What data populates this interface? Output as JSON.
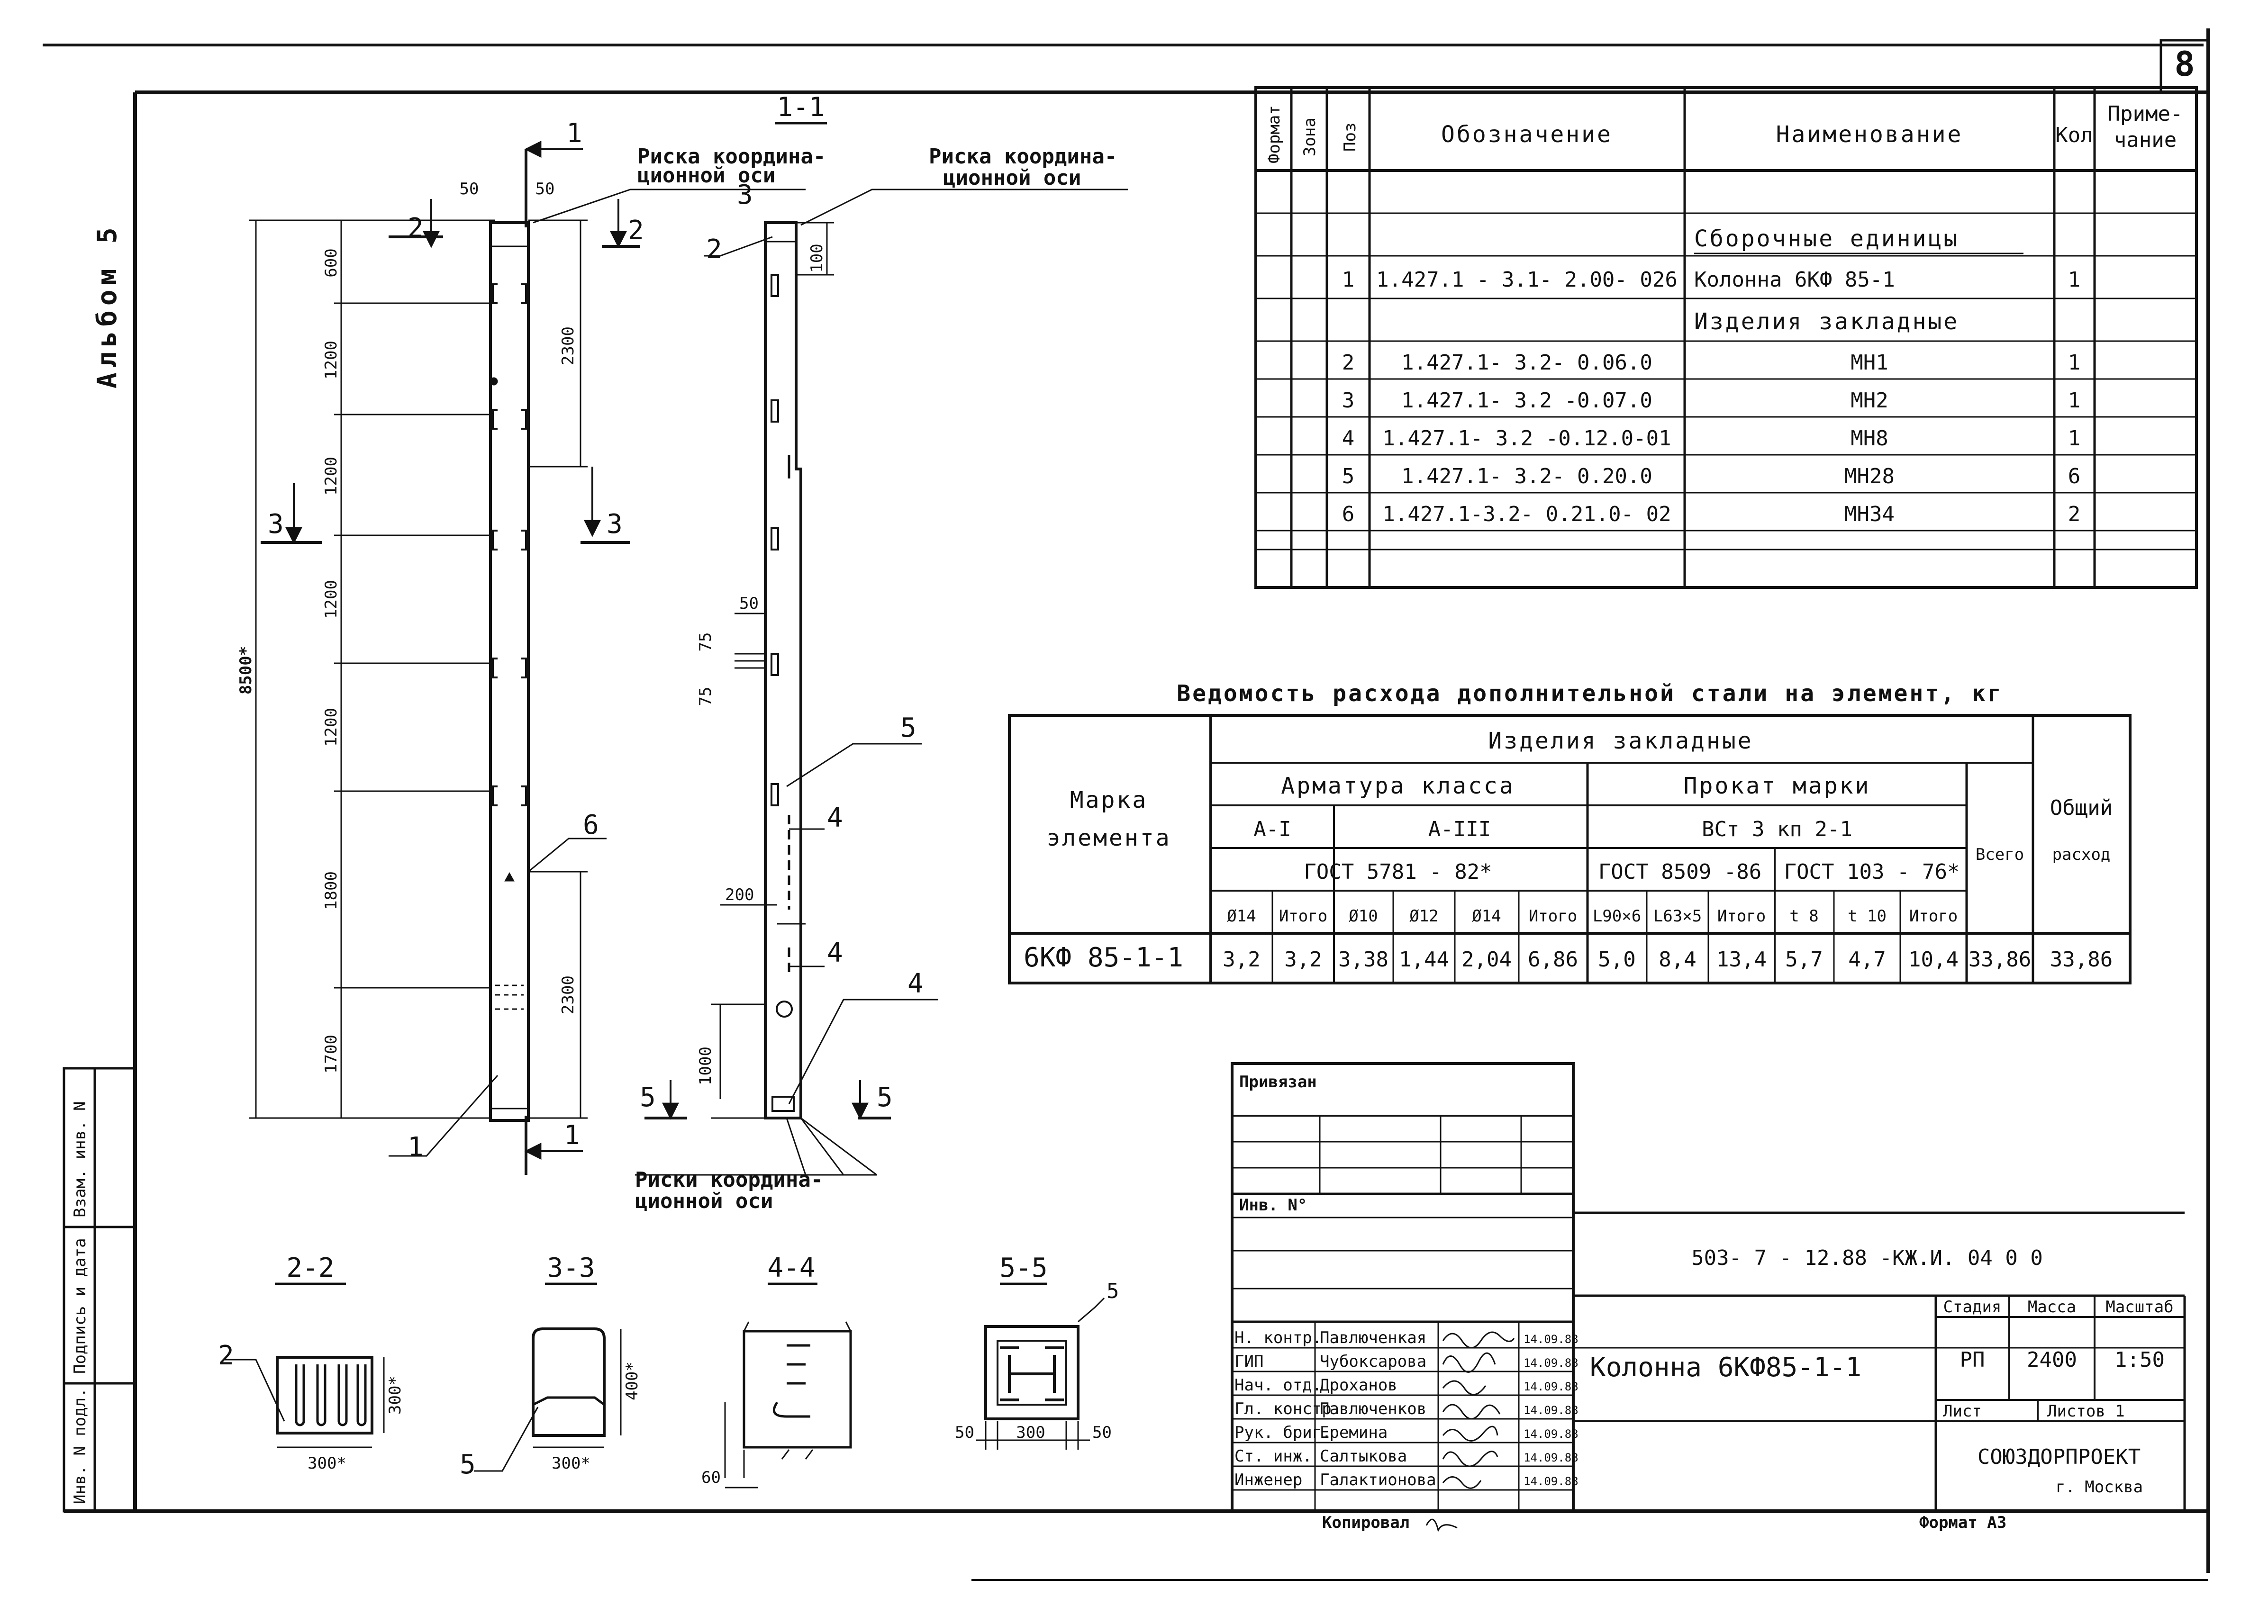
{
  "sheet": {
    "number": "8",
    "album": "Альбом 5",
    "format": "Формат А3",
    "copied": "Копировал"
  },
  "drawing": {
    "column_label": "1",
    "notes": {
      "risk_top_left": [
        "Риска координа-",
        "ционной оси"
      ],
      "risk_top_right": [
        "Риска координа-",
        "ционной оси"
      ],
      "risk_bottom": [
        "Риски координа-",
        "ционной оси"
      ]
    },
    "section_titles": {
      "s11": "1-1",
      "s22": "2-2",
      "s33": "3-3",
      "s44": "4-4",
      "s55": "5-5"
    },
    "section_marks": {
      "m1": "1",
      "m2": "2",
      "m3": "3",
      "m5": "5"
    },
    "positions": {
      "p1": "1",
      "p2": "2",
      "p3": "3",
      "p4": "4",
      "p5": "5",
      "p6": "6"
    },
    "dims": {
      "d50a": "50",
      "d50b": "50",
      "d600": "600",
      "d1200a": "1200",
      "d1200b": "1200",
      "d1200c": "1200",
      "d1200d": "1200",
      "d1800": "1800",
      "d1700": "1700",
      "d8500": "8500*",
      "d2300a": "2300",
      "d2300b": "2300",
      "d100": "100",
      "d50c": "50",
      "d75a": "75",
      "d75b": "75",
      "d200": "200",
      "d1000": "1000",
      "d300a": "300*",
      "d300b": "300*",
      "d400": "400*",
      "d300c": "300",
      "d50d": "50",
      "d50e": "50",
      "d5": "5",
      "d60": "60",
      "d300v": "300*"
    }
  },
  "spec_table": {
    "headers": {
      "format": "Формат",
      "zone": "Зона",
      "pos": "Поз",
      "designation": "Обозначение",
      "name": "Наименование",
      "qty": "Кол",
      "note": [
        "Приме-",
        "чание"
      ]
    },
    "group_assembly": "Сборочные единицы",
    "group_embedded": "Изделия закладные",
    "rows": [
      {
        "pos": "1",
        "designation": "1.427.1 - 3.1- 2.00- 026",
        "name": "Колонна 6КФ 85-1",
        "qty": "1"
      },
      {
        "pos": "2",
        "designation": "1.427.1- 3.2- 0.06.0",
        "name": "МН1",
        "qty": "1"
      },
      {
        "pos": "3",
        "designation": "1.427.1- 3.2 -0.07.0",
        "name": "МН2",
        "qty": "1"
      },
      {
        "pos": "4",
        "designation": "1.427.1- 3.2 -0.12.0-01",
        "name": "МН8",
        "qty": "1"
      },
      {
        "pos": "5",
        "designation": "1.427.1- 3.2- 0.20.0",
        "name": "МН28",
        "qty": "6"
      },
      {
        "pos": "6",
        "designation": "1.427.1-3.2- 0.21.0- 02",
        "name": "МН34",
        "qty": "2"
      }
    ]
  },
  "steel_table": {
    "title": "Ведомость расхода дополнительной стали на элемент, кг",
    "mark_header": [
      "Марка",
      "элемента"
    ],
    "embedded": "Изделия закладные",
    "rebar_class": "Арматура класса",
    "rolled_mark": "Прокат марки",
    "a1": "А-I",
    "a3": "А-III",
    "vst": "ВСт 3 кп 2-1",
    "gost1": "ГОСТ 5781 - 82*",
    "gost2": "ГОСТ 8509 -86",
    "gost3": "ГОСТ 103 - 76*",
    "total_col": "Всего",
    "overall": [
      "Общий",
      "расход"
    ],
    "subheaders": [
      "Ø14",
      "Итого",
      "Ø10",
      "Ø12",
      "Ø14",
      "Итого",
      "L90×6",
      "L63×5",
      "Итого",
      "t 8",
      "t 10",
      "Итого"
    ],
    "row": {
      "mark": "6КФ 85-1-1",
      "values": [
        "3,2",
        "3,2",
        "3,38",
        "1,44",
        "2,04",
        "6,86",
        "5,0",
        "8,4",
        "13,4",
        "5,7",
        "4,7",
        "10,4",
        "33,86",
        "33,86"
      ]
    }
  },
  "side_stamp": {
    "c1": "Взам. инв. N",
    "c2": "Подпись и дата",
    "c3": "Инв. N подл."
  },
  "title_block": {
    "privyazan": "Привязан",
    "inv_no": "Инв. N°",
    "code": "503- 7 - 12.88 -КЖ.И. 04 0 0",
    "element_name": "Колонна 6КФ85-1-1",
    "stage_h": "Стадия",
    "mass_h": "Масса",
    "scale_h": "Масштаб",
    "stage": "РП",
    "mass": "2400",
    "scale": "1:50",
    "sheet_h": "Лист",
    "sheets_h": "Листов 1",
    "org": "СОЮЗДОРПРОЕКТ",
    "city": "г. Москва",
    "people": [
      {
        "role": "Н. контр.",
        "name": "Павлюченкая",
        "date": "14.09.88"
      },
      {
        "role": "ГИП",
        "name": "Чубоксарова",
        "date": "14.09.88"
      },
      {
        "role": "Нач. отд.",
        "name": "Дроханов",
        "date": "14.09.88"
      },
      {
        "role": "Гл. констр",
        "name": "Павлюченков",
        "date": "14.09.88"
      },
      {
        "role": "Рук. бриг.",
        "name": "Еремина",
        "date": "14.09.88"
      },
      {
        "role": "Ст. инж.",
        "name": "Салтыкова",
        "date": "14.09.88"
      },
      {
        "role": "Инженер",
        "name": "Галактионова",
        "date": "14.09.88"
      }
    ]
  }
}
